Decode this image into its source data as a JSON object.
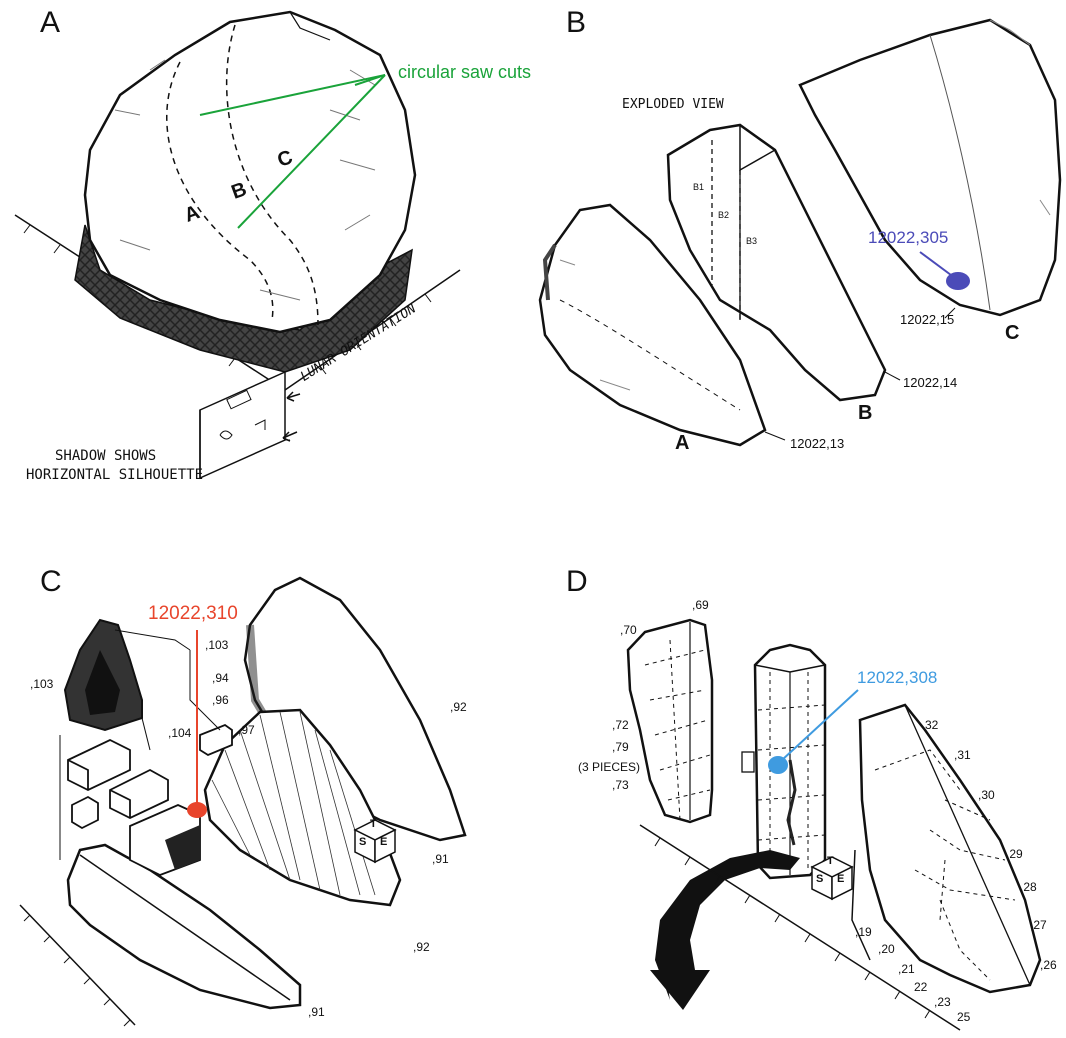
{
  "panels": {
    "A": {
      "label": "A",
      "annotation": "circular saw cuts",
      "slices": [
        "A",
        "B",
        "C"
      ],
      "shadow_caption_1": "SHADOW SHOWS",
      "shadow_caption_2": "HORIZONTAL SILHOUETTE",
      "orientation_label": "LUNAR ORIENTATION"
    },
    "B": {
      "label": "B",
      "title": "EXPLODED VIEW",
      "sample_label": "12022,305",
      "piece_labels": [
        "A",
        "B",
        "C"
      ],
      "sub_slices": [
        "B1",
        "B2",
        "B3"
      ],
      "numbers": [
        "12022,13",
        "12022,14",
        "12022,15"
      ]
    },
    "C": {
      "label": "C",
      "sample_label": "12022,310",
      "numbers": [
        ",103",
        ",103",
        ",94",
        ",96",
        ",97",
        ",104",
        ",92",
        ",92",
        ",91",
        ",91"
      ],
      "cube_letters": [
        "T",
        "S",
        "E"
      ]
    },
    "D": {
      "label": "D",
      "sample_label": "12022,308",
      "numbers": [
        ",69",
        ",70",
        ",72",
        ",79",
        ",73",
        "32",
        ",31",
        ",30",
        ",29",
        ",28",
        ",27",
        ",26",
        ",19",
        ",20",
        ",21",
        "22",
        ",23",
        "25"
      ],
      "pieces_note": "(3 PIECES)",
      "cube_letters": [
        "T",
        "S",
        "E"
      ]
    }
  },
  "colors": {
    "saw_annotation": "#1aa33a",
    "sample_305": "#4b4bb8",
    "sample_310": "#e8452c",
    "sample_308": "#3f9be0"
  }
}
